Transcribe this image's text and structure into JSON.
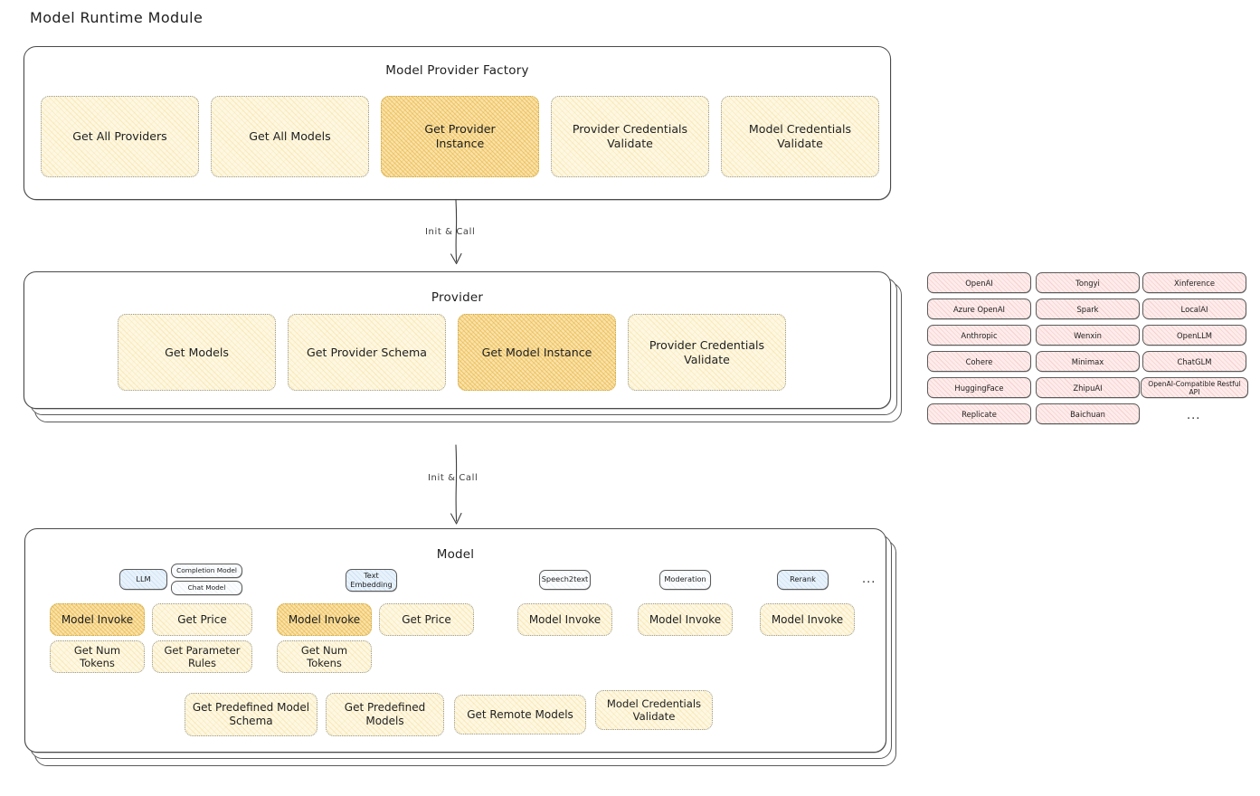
{
  "page": {
    "title": "Model Runtime Module"
  },
  "colors": {
    "chip_fill": "#fdf7e3",
    "chip_highlight_fill": "#f8e2ad",
    "provider_pill_fill": "#fdeceb",
    "badge_fill": "#e8f2fb",
    "stroke": "#1e1e1e",
    "panel_border": "#4a4a4a"
  },
  "factory": {
    "title": "Model Provider Factory",
    "methods": [
      {
        "label": "Get All Providers",
        "highlight": false
      },
      {
        "label": "Get All Models",
        "highlight": false
      },
      {
        "label": "Get Provider\nInstance",
        "highlight": true
      },
      {
        "label": "Provider Credentials\nValidate",
        "highlight": false
      },
      {
        "label": "Model Credentials\nValidate",
        "highlight": false
      }
    ]
  },
  "arrow_top": {
    "label": "Init & Call"
  },
  "provider": {
    "title": "Provider",
    "methods": [
      {
        "label": "Get Models",
        "highlight": false
      },
      {
        "label": "Get Provider Schema",
        "highlight": false
      },
      {
        "label": "Get Model Instance",
        "highlight": true
      },
      {
        "label": "Provider Credentials\nValidate",
        "highlight": false
      }
    ]
  },
  "provider_list": {
    "columns": [
      [
        "OpenAI",
        "Azure OpenAI",
        "Anthropic",
        "Cohere",
        "HuggingFace",
        "Replicate"
      ],
      [
        "Tongyi",
        "Spark",
        "Wenxin",
        "Minimax",
        "ZhipuAI",
        "Baichuan"
      ],
      [
        "Xinference",
        "LocalAI",
        "OpenLLM",
        "ChatGLM",
        "OpenAI-Compatible Restful API"
      ]
    ],
    "more": "..."
  },
  "arrow_bottom": {
    "label": "Init & Call"
  },
  "model": {
    "title": "Model",
    "more": "...",
    "types": [
      {
        "badge": "LLM",
        "sub_badges": [
          "Completion Model",
          "Chat Model"
        ],
        "methods": [
          {
            "label": "Model Invoke",
            "highlight": true
          },
          {
            "label": "Get Price",
            "highlight": false
          },
          {
            "label": "Get Num Tokens",
            "highlight": false
          },
          {
            "label": "Get Parameter\nRules",
            "highlight": false
          }
        ]
      },
      {
        "badge": "Text\nEmbedding",
        "sub_badges": [],
        "methods": [
          {
            "label": "Model Invoke",
            "highlight": true
          },
          {
            "label": "Get Price",
            "highlight": false
          },
          {
            "label": "Get Num Tokens",
            "highlight": false
          }
        ]
      },
      {
        "badge": "Speech2text",
        "sub_badges": [],
        "methods": [
          {
            "label": "Model Invoke",
            "highlight": false
          }
        ]
      },
      {
        "badge": "Moderation",
        "sub_badges": [],
        "methods": [
          {
            "label": "Model Invoke",
            "highlight": false
          }
        ]
      },
      {
        "badge": "Rerank",
        "sub_badges": [],
        "methods": [
          {
            "label": "Model Invoke",
            "highlight": false
          }
        ]
      }
    ],
    "common_methods": [
      {
        "label": "Get Predefined Model\nSchema"
      },
      {
        "label": "Get Predefined\nModels"
      },
      {
        "label": "Get Remote Models"
      },
      {
        "label": "Model Credentials\nValidate"
      }
    ]
  }
}
